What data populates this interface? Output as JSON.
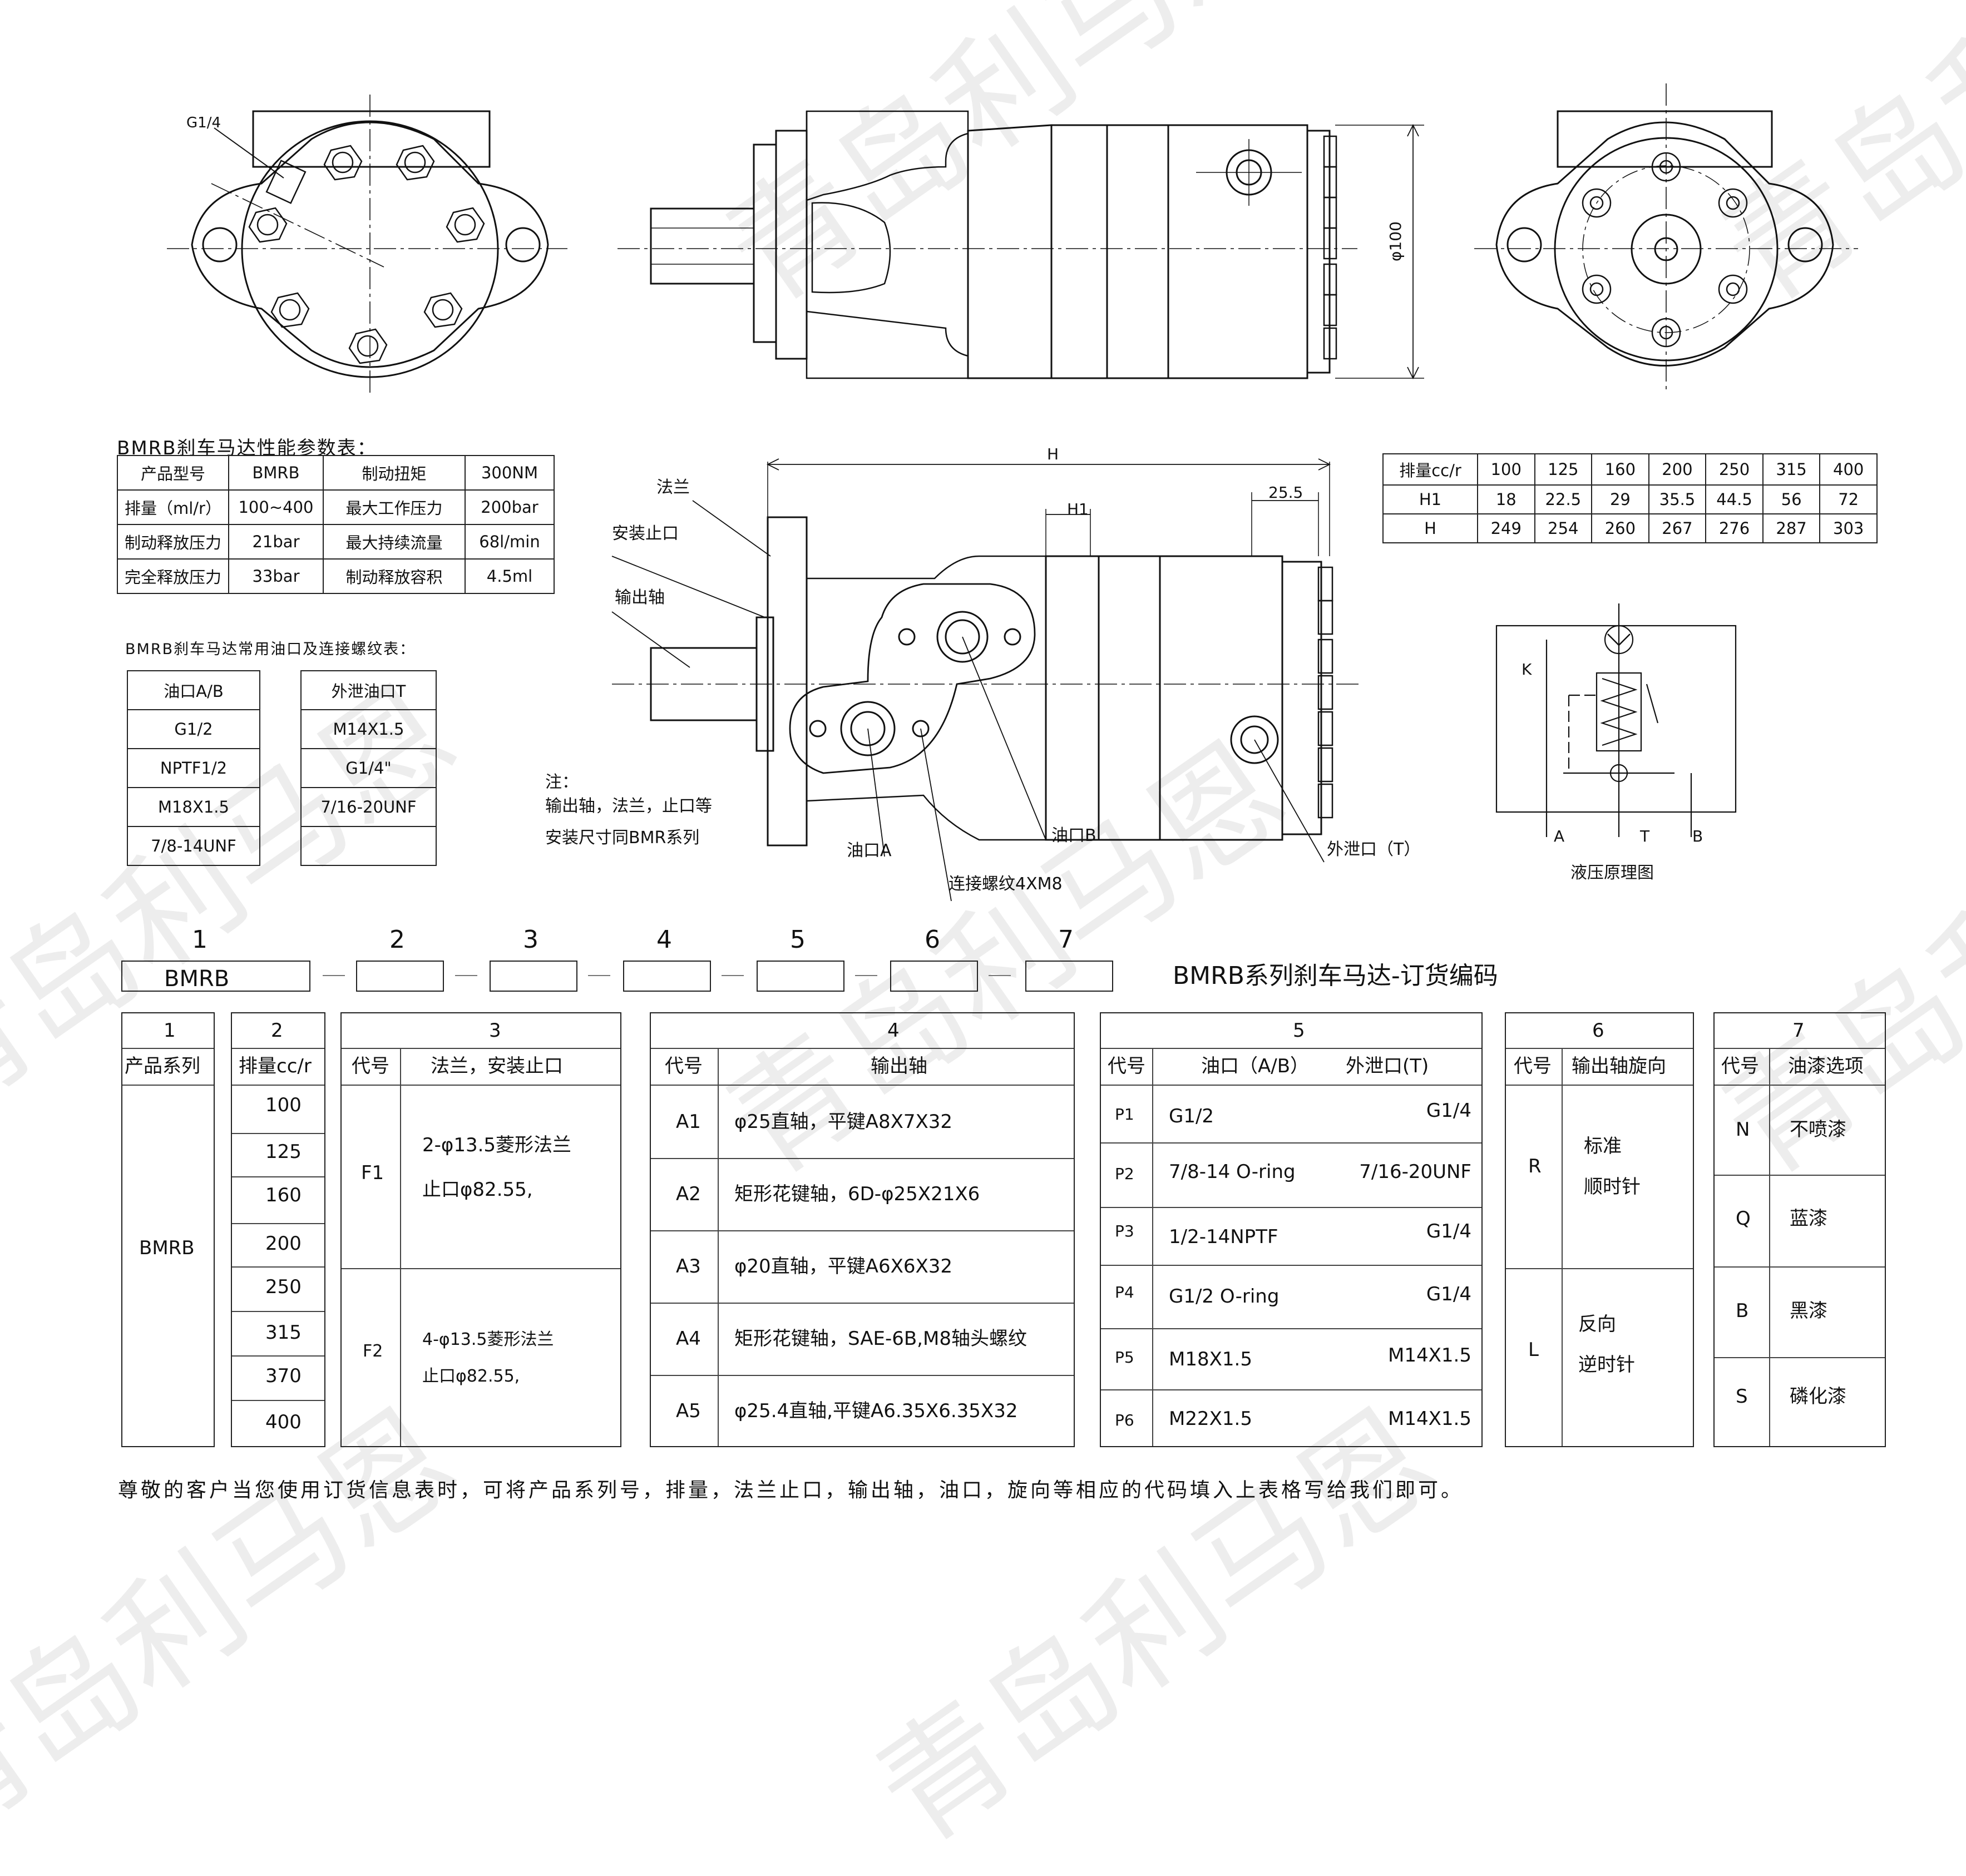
{
  "drawing": {
    "label_g14": "G1/4",
    "label_phi100": "φ100",
    "label_H": "H",
    "label_H1": "H1",
    "label_25_5": "25.5",
    "callout_flange": "法兰",
    "callout_pilot": "安装止口",
    "callout_shaft": "输出轴",
    "callout_portA": "油口A",
    "callout_portB": "油口B",
    "callout_thread": "连接螺纹4XM8",
    "callout_drain": "外泄口（T）",
    "note_title": "注：",
    "note_line1": "输出轴，法兰，止口等",
    "note_line2": "安装尺寸同BMR系列",
    "hyd_K": "K",
    "hyd_A": "A",
    "hyd_T": "T",
    "hyd_B": "B",
    "hyd_caption": "液压原理图"
  },
  "perf_table": {
    "title": "BMRB刹车马达性能参数表：",
    "rows": [
      [
        "产品型号",
        "BMRB",
        "制动扭矩",
        "300NM"
      ],
      [
        "排量（ml/r）",
        "100~400",
        "最大工作压力",
        "200bar"
      ],
      [
        "制动释放压力",
        "21bar",
        "最大持续流量",
        "68l/min"
      ],
      [
        "完全释放压力",
        "33bar",
        "制动释放容积",
        "4.5ml"
      ]
    ]
  },
  "port_tables": {
    "title": "BMRB刹车马达常用油口及连接螺纹表：",
    "ab_header": "油口A/B",
    "ab_values": [
      "G1/2",
      "NPTF1/2",
      "M18X1.5",
      "7/8-14UNF"
    ],
    "t_header": "外泄油口T",
    "t_values": [
      "M14X1.5",
      "G1/4\"",
      "7/16-20UNF",
      ""
    ]
  },
  "dim_table": {
    "header": [
      "排量cc/r",
      "100",
      "125",
      "160",
      "200",
      "250",
      "315",
      "400"
    ],
    "rows": [
      [
        "H1",
        "18",
        "22.5",
        "29",
        "35.5",
        "44.5",
        "56",
        "72"
      ],
      [
        "H",
        "249",
        "254",
        "260",
        "267",
        "276",
        "287",
        "303"
      ]
    ]
  },
  "order_code": {
    "numbers": [
      "1",
      "2",
      "3",
      "4",
      "5",
      "6",
      "7"
    ],
    "first_box": "BMRB",
    "title": "BMRB系列刹车马达-订货编码"
  },
  "sec1": {
    "num": "1",
    "title": "产品系列",
    "value": "BMRB"
  },
  "sec2": {
    "num": "2",
    "title": "排量cc/r",
    "values": [
      "100",
      "125",
      "160",
      "200",
      "250",
      "315",
      "370",
      "400"
    ]
  },
  "sec3": {
    "num": "3",
    "code_h": "代号",
    "desc_h": "法兰，安装止口",
    "rows": [
      {
        "code": "F1",
        "line1": "2-φ13.5菱形法兰",
        "line2": "止口φ82.55,"
      },
      {
        "code": "F2",
        "line1": "4-φ13.5菱形法兰",
        "line2": "止口φ82.55,"
      }
    ]
  },
  "sec4": {
    "num": "4",
    "code_h": "代号",
    "desc_h": "输出轴",
    "rows": [
      {
        "code": "A1",
        "desc": "φ25直轴，平键A8X7X32"
      },
      {
        "code": "A2",
        "desc": "矩形花键轴，6D-φ25X21X6"
      },
      {
        "code": "A3",
        "desc": "φ20直轴，平键A6X6X32"
      },
      {
        "code": "A4",
        "desc": "矩形花键轴，SAE-6B,M8轴头螺纹"
      },
      {
        "code": "A5",
        "desc": "φ25.4直轴,平键A6.35X6.35X32"
      }
    ]
  },
  "sec5": {
    "num": "5",
    "code_h": "代号",
    "ab_h": "油口（A/B）",
    "t_h": "外泄口(T)",
    "rows": [
      {
        "code": "P1",
        "ab": "G1/2",
        "t": "G1/4"
      },
      {
        "code": "P2",
        "ab": "7/8-14 O-ring",
        "t": "7/16-20UNF"
      },
      {
        "code": "P3",
        "ab": "1/2-14NPTF",
        "t": "G1/4"
      },
      {
        "code": "P4",
        "ab": "G1/2  O-ring",
        "t": "G1/4"
      },
      {
        "code": "P5",
        "ab": "M18X1.5",
        "t": "M14X1.5"
      },
      {
        "code": "P6",
        "ab": "M22X1.5",
        "t": "M14X1.5"
      }
    ]
  },
  "sec6": {
    "num": "6",
    "code_h": "代号",
    "desc_h": "输出轴旋向",
    "rows": [
      {
        "code": "R",
        "line1": "标准",
        "line2": "顺时针"
      },
      {
        "code": "L",
        "line1": "反向",
        "line2": "逆时针"
      }
    ]
  },
  "sec7": {
    "num": "7",
    "code_h": "代号",
    "desc_h": "油漆选项",
    "rows": [
      {
        "code": "N",
        "desc": "不喷漆"
      },
      {
        "code": "Q",
        "desc": "蓝漆"
      },
      {
        "code": "B",
        "desc": "黑漆"
      },
      {
        "code": "S",
        "desc": "磷化漆"
      }
    ]
  },
  "footer_note": "尊敬的客户当您使用订货信息表时，可将产品系列号，排量，法兰止口，输出轴，油口，旋向等相应的代码填入上表格写给我们即可。",
  "watermark": "青岛利马恩"
}
